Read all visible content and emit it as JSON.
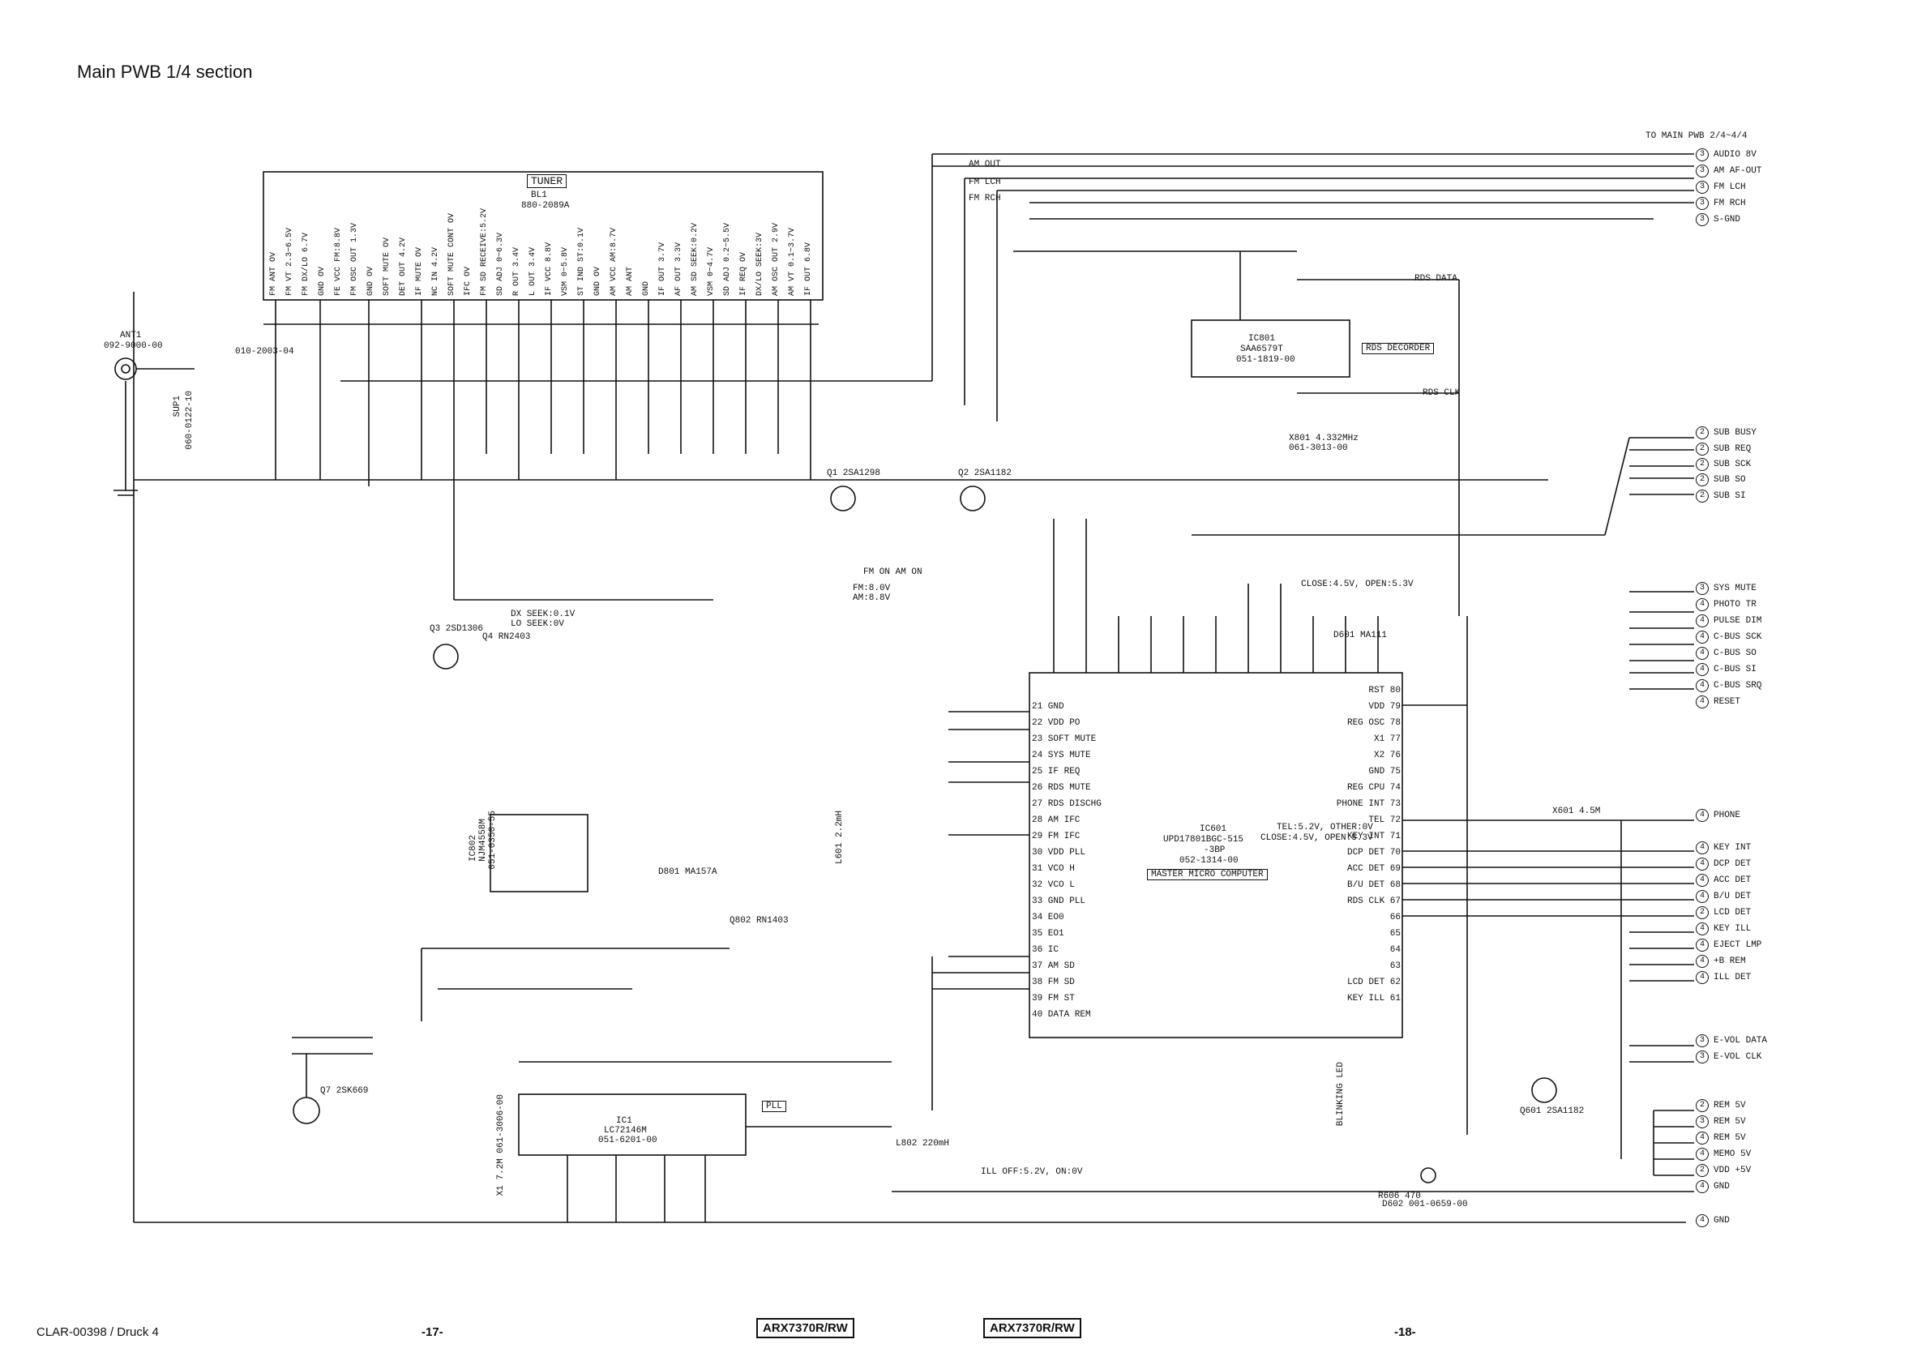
{
  "page": {
    "title": "Main PWB 1/4 section",
    "footer_left": "CLAR-00398 / Druck 4",
    "page_left": "-17-",
    "page_right": "-18-",
    "model_left": "ARX7370R/RW",
    "model_right": "ARX7370R/RW"
  },
  "tuner": {
    "label": "TUNER",
    "part": "BL1",
    "part_no": "880-2089A",
    "pins": [
      "FM ANT OV",
      "FM VT 2.3~6.5V",
      "FM DX/LO 6.7V",
      "GND OV",
      "FE VCC FM:8.8V",
      "FM OSC OUT 1.3V",
      "GND OV",
      "SOFT MUTE OV",
      "DET OUT 4.2V",
      "IF MUTE OV",
      "NC IN 4.2V",
      "SOFT MUTE CONT OV",
      "IFC OV",
      "FM SD RECEIVE:5.2V",
      "SD ADJ 0~6.3V",
      "R OUT 3.4V",
      "L OUT 3.4V",
      "IF VCC 8.8V",
      "VSM 0~5.8V",
      "ST IND ST:0.1V",
      "GND OV",
      "AM VCC AM:8.7V",
      "AM ANT",
      "GND",
      "IF OUT 3.7V",
      "AF OUT 3.3V",
      "AM SD SEEK:0.2V",
      "VSM 0~4.7V",
      "SD ADJ 0.2~5.5V",
      "IF REQ OV",
      "DX/LO SEEK:3V",
      "AM OSC OUT 2.9V",
      "AM VT 0.1~3.7V",
      "IF OUT 6.8V"
    ]
  },
  "top_right": {
    "heading": "TO MAIN PWB 2/4~4/4",
    "connectors": [
      {
        "pin": "3",
        "label": "AUDIO 8V"
      },
      {
        "pin": "3",
        "label": "AM AF-OUT"
      },
      {
        "pin": "3",
        "label": "FM LCH"
      },
      {
        "pin": "3",
        "label": "FM RCH"
      },
      {
        "pin": "3",
        "label": "S-GND"
      }
    ],
    "wires": [
      "AM OUT",
      "FM LCH",
      "FM RCH"
    ]
  },
  "rds": {
    "label": "RDS DECORDER",
    "ic": "IC801",
    "part": "SAA6579T",
    "part_no": "051-1819-00",
    "data": "RDS DATA",
    "clk": "RDS CLK"
  },
  "micro": {
    "label": "MASTER MICRO COMPUTER",
    "ic": "IC601",
    "part": "UPD17801BGC-515",
    "pkg": "-3BP",
    "part_no": "052-1314-00",
    "left_pins": [
      "21 GND",
      "22 VDD PO",
      "23 SOFT MUTE",
      "24 SYS MUTE",
      "25 IF REQ",
      "26 RDS MUTE",
      "27 RDS DISCHG",
      "28 AM IFC",
      "29 FM IFC",
      "30 VDD PLL",
      "31 VCO H",
      "32 VCO L",
      "33 GND PLL",
      "34 EO0",
      "35 EO1",
      "36 IC",
      "37 AM SD",
      "38 FM SD",
      "39 FM ST",
      "40 DATA REM"
    ],
    "right_pins": [
      "RST 80",
      "VDD 79",
      "REG OSC 78",
      "X1 77",
      "X2 76",
      "GND 75",
      "REG CPU 74",
      "PHONE INT 73",
      "TEL 72",
      "KEY INT 71",
      "DCP DET 70",
      "ACC DET 69",
      "B/U DET 68",
      "RDS CLK 67",
      "66",
      "65",
      "64",
      "63",
      "LCD DET 62",
      "KEY ILL 61"
    ],
    "tel_note": "TEL:5.2V, OTHER:0V",
    "close_note": "CLOSE:4.5V, OPEN:5.3V"
  },
  "pll": {
    "label": "PLL",
    "ic": "IC1",
    "part": "LC72146M",
    "part_no": "051-6201-00"
  },
  "ic802": {
    "ic": "IC802",
    "part": "NJM4558M",
    "part_no": "051-0350-55"
  },
  "antenna": {
    "label": "ANT1",
    "part_no": "092-9000-00",
    "sup": "SUP1",
    "sup_no": "060-0122-10",
    "coil": "010-2003-04"
  },
  "right_connectors": [
    {
      "pin": "2",
      "label": "SUB BUSY"
    },
    {
      "pin": "2",
      "label": "SUB REQ"
    },
    {
      "pin": "2",
      "label": "SUB SCK"
    },
    {
      "pin": "2",
      "label": "SUB SO"
    },
    {
      "pin": "2",
      "label": "SUB SI"
    },
    {
      "pin": "3",
      "label": "SYS MUTE"
    },
    {
      "pin": "4",
      "label": "PHOTO TR"
    },
    {
      "pin": "4",
      "label": "PULSE DIM"
    },
    {
      "pin": "4",
      "label": "C-BUS SCK"
    },
    {
      "pin": "4",
      "label": "C-BUS SO"
    },
    {
      "pin": "4",
      "label": "C-BUS SI"
    },
    {
      "pin": "4",
      "label": "C-BUS SRQ"
    },
    {
      "pin": "4",
      "label": "RESET"
    },
    {
      "pin": "4",
      "label": "PHONE"
    },
    {
      "pin": "4",
      "label": "KEY INT"
    },
    {
      "pin": "4",
      "label": "DCP DET"
    },
    {
      "pin": "4",
      "label": "ACC DET"
    },
    {
      "pin": "4",
      "label": "B/U DET"
    },
    {
      "pin": "2",
      "label": "LCD DET"
    },
    {
      "pin": "4",
      "label": "KEY ILL"
    },
    {
      "pin": "4",
      "label": "EJECT LMP"
    },
    {
      "pin": "4",
      "label": "+B REM"
    },
    {
      "pin": "4",
      "label": "ILL DET"
    },
    {
      "pin": "3",
      "label": "E-VOL DATA"
    },
    {
      "pin": "3",
      "label": "E-VOL CLK"
    },
    {
      "pin": "2",
      "label": "REM 5V"
    },
    {
      "pin": "3",
      "label": "REM 5V"
    },
    {
      "pin": "4",
      "label": "REM 5V"
    },
    {
      "pin": "4",
      "label": "MEMO 5V"
    },
    {
      "pin": "2",
      "label": "VDD +5V"
    },
    {
      "pin": "4",
      "label": "GND"
    },
    {
      "pin": "4",
      "label": "GND"
    }
  ],
  "notes": {
    "dx_seek": "DX SEEK:0.1V",
    "lo_seek": "LO SEEK:0V",
    "fm_on_am_on": "FM ON   AM ON",
    "fm_am_v": "FM:8.0V AM:8.8V",
    "ill_off": "ILL OFF:5.2V, ON:0V",
    "close_open": "CLOSE:4.5V, OPEN:5.3V"
  },
  "parts": {
    "q1": "Q1 2SA1298",
    "q2": "Q2 2SA1182",
    "q3": "Q3 2SD1306",
    "q4": "Q4 RN2403",
    "q7": "Q7 2SK669",
    "q601": "Q601 2SA1182",
    "q802": "Q802 RN1403",
    "d801": "D801 MA157A",
    "d601": "D601 MA111",
    "d602": "D602 001-0659-00",
    "x601": "X601 4.5M",
    "x801": "X801 4.332MHz 061-3013-00",
    "x1": "X1 7.2M 061-3006-00",
    "l601": "L601 2.2mH",
    "l802": "L802 220mH",
    "r606": "R606 470",
    "blinking": "BLINKING LED"
  },
  "colors": {
    "ink": "#111111",
    "paper": "#ffffff"
  }
}
